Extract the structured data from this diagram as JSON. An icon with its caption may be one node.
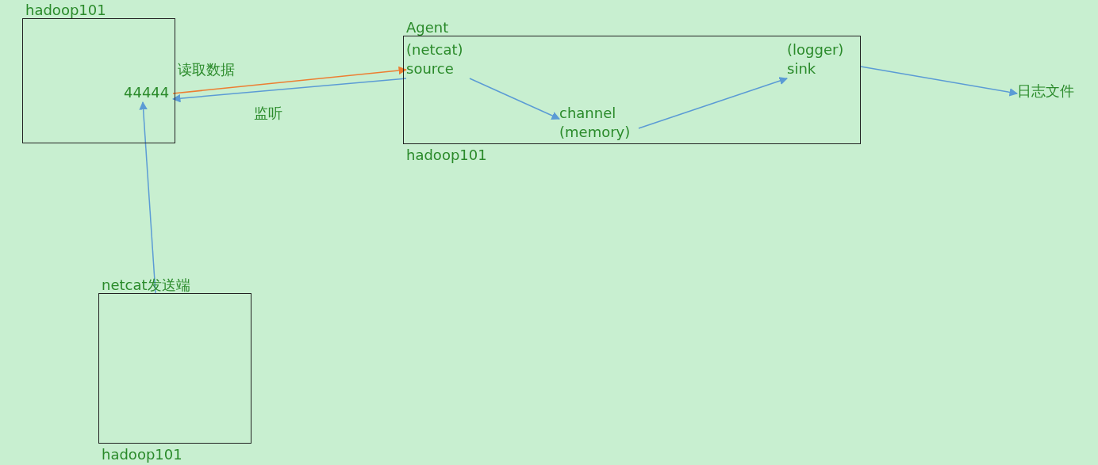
{
  "diagram": {
    "nodes": [
      {
        "text": [
          "hadoop101"
        ]
      },
      {
        "text": [
          "44444"
        ],
        "in": 0
      },
      {
        "text": [
          "Agent"
        ],
        "beside": [
          "hadoop101"
        ]
      },
      {
        "text": [
          "(netcat) source"
        ],
        "in": 2
      },
      {
        "text": [
          "channel (memory)"
        ],
        "in": 2
      },
      {
        "text": [
          "(logger) sink"
        ],
        "in": 2
      },
      {
        "text": [
          "日志文件"
        ]
      },
      {
        "text": [
          "netcat发送端"
        ],
        "beside": [
          "hadoop101"
        ]
      }
    ],
    "edges": [
      {
        "from": 7,
        "to": 1,
        "arrow": "to"
      },
      {
        "from": 1,
        "to": 3,
        "arrow": "to",
        "label": "读取数据",
        "color": "#ed7d31"
      },
      {
        "from": 3,
        "to": 1,
        "arrow": "to",
        "label": "监听"
      },
      {
        "from": 3,
        "to": 4,
        "arrow": "to"
      },
      {
        "from": 4,
        "to": 5,
        "arrow": "to"
      },
      {
        "from": 2,
        "to": 6,
        "arrow": "to"
      }
    ]
  }
}
